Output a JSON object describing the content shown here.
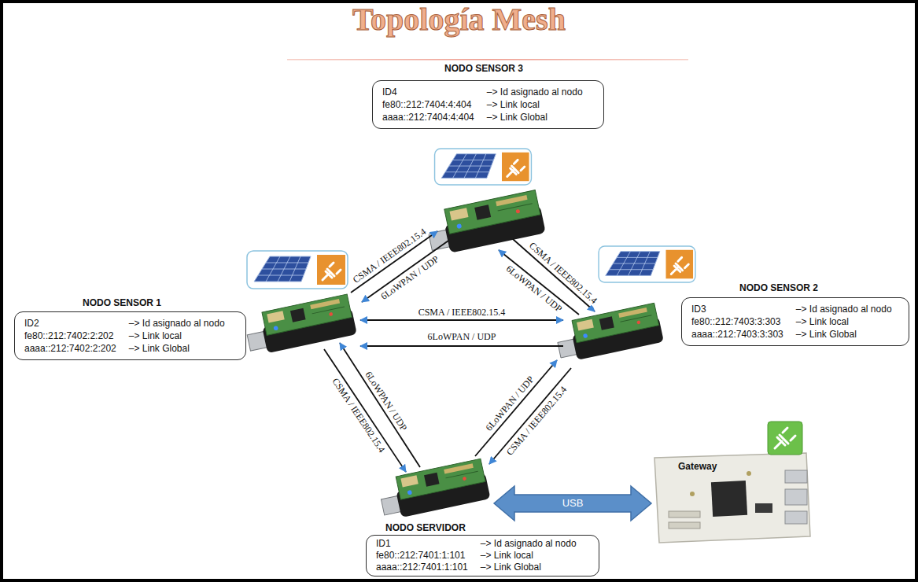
{
  "diagram": {
    "title": "Topología Mesh",
    "nodes": [
      {
        "text": [
          "NODO SENSOR 3",
          "ID4",
          "–> Id asignado al nodo",
          "fe80::212:7404:4:404",
          "–> Link local",
          "aaaa::212:7404:4:404",
          "–> Link Global"
        ]
      },
      {
        "text": [
          "NODO SENSOR 1",
          "ID2",
          "–> Id asignado al nodo",
          "fe80::212:7402:2:202",
          "–> Link local",
          "aaaa::212:7402:2:202",
          "–> Link Global"
        ]
      },
      {
        "text": [
          "NODO SENSOR 2",
          "ID3",
          "–> Id asignado al nodo",
          "fe80::212:7403:3:303",
          "–> Link local",
          "aaaa::212:7403:3:303",
          "–> Link Global"
        ]
      },
      {
        "text": [
          "NODO SERVIDOR",
          "ID1",
          "–> Id asignado al nodo",
          "fe80::212:7401:1:101",
          "–> Link local",
          "aaaa::212:7401:1:101",
          "–> Link Global"
        ]
      },
      {
        "text": [
          "Gateway"
        ]
      }
    ],
    "edges": [
      {
        "from": 1,
        "to": 0,
        "arrow": "to",
        "label": "CSMA / IEEE802.15.4"
      },
      {
        "from": 0,
        "to": 1,
        "arrow": "to",
        "label": "6LoWPAN / UDP"
      },
      {
        "from": 0,
        "to": 2,
        "arrow": "to",
        "label": "CSMA / IEEE802.15.4"
      },
      {
        "from": 2,
        "to": 0,
        "arrow": "to",
        "label": "6LoWPAN / UDP"
      },
      {
        "from": 1,
        "to": 2,
        "arrow": "both",
        "label": "CSMA / IEEE802.15.4"
      },
      {
        "from": 2,
        "to": 1,
        "arrow": "to",
        "label": "6LoWPAN / UDP"
      },
      {
        "from": 1,
        "to": 3,
        "arrow": "to",
        "label": "CSMA / IEEE802.15.4"
      },
      {
        "from": 3,
        "to": 1,
        "arrow": "to",
        "label": "6LoWPAN / UDP"
      },
      {
        "from": 2,
        "to": 3,
        "arrow": "to",
        "label": "CSMA / IEEE802.15.4"
      },
      {
        "from": 3,
        "to": 2,
        "arrow": "to",
        "label": "6LoWPAN / UDP"
      },
      {
        "from": 3,
        "to": 4,
        "arrow": "both",
        "label": "USB"
      }
    ]
  }
}
